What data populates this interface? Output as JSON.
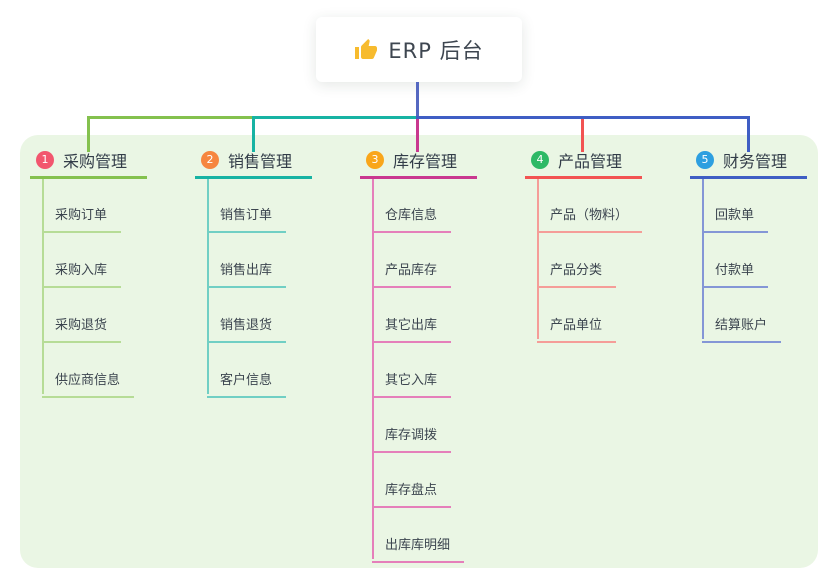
{
  "root": {
    "label": "ERP 后台",
    "icon": "thumbs-up-icon"
  },
  "colors": {
    "board_bg": "#eaf6e4",
    "root_line": "#5568c1",
    "title_text": "#323c48",
    "child_text": "#3c454f"
  },
  "branches": [
    {
      "badge": "1",
      "badge_color": "#f2566e",
      "title": "采购管理",
      "color": "#84c14e",
      "light": "#b6dc96",
      "children": [
        "采购订单",
        "采购入库",
        "采购退货",
        "供应商信息"
      ]
    },
    {
      "badge": "2",
      "badge_color": "#f6863f",
      "title": "销售管理",
      "color": "#17b3a3",
      "light": "#71cfc4",
      "children": [
        "销售订单",
        "销售出库",
        "销售退货",
        "客户信息"
      ]
    },
    {
      "badge": "3",
      "badge_color": "#f9a61a",
      "title": "库存管理",
      "color": "#c9388f",
      "light": "#e57fba",
      "children": [
        "仓库信息",
        "产品库存",
        "其它出库",
        "其它入库",
        "库存调拨",
        "库存盘点",
        "出库库明细"
      ]
    },
    {
      "badge": "4",
      "badge_color": "#2eb966",
      "title": "产品管理",
      "color": "#f25352",
      "light": "#f59d98",
      "children": [
        "产品（物料）",
        "产品分类",
        "产品单位"
      ]
    },
    {
      "badge": "5",
      "badge_color": "#2d9fe0",
      "title": "财务管理",
      "color": "#3f5ec4",
      "light": "#8496d6",
      "children": [
        "回款单",
        "付款单",
        "结算账户"
      ]
    }
  ]
}
